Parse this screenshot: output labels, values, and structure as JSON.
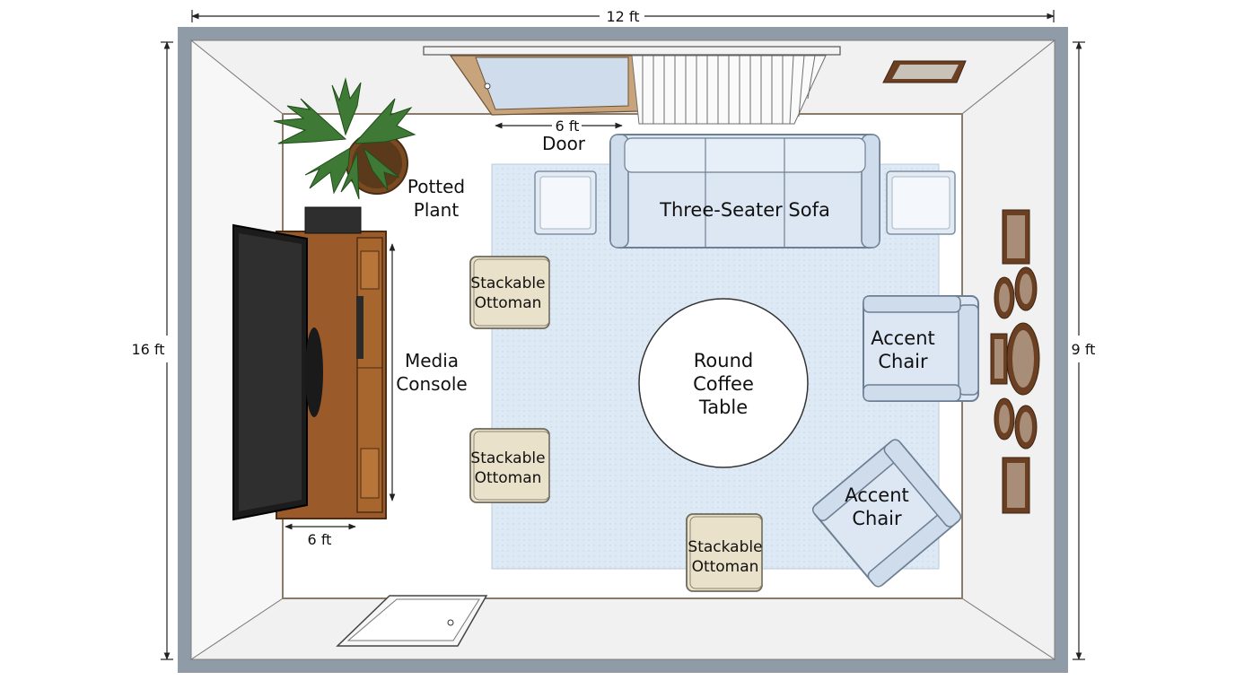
{
  "dimensions": {
    "top_width": "12 ft",
    "left_height": "16 ft",
    "right_height": "9 ft",
    "door_width": "6 ft",
    "console_width": "6 ft"
  },
  "labels": {
    "door": "Door",
    "potted_plant": [
      "Potted",
      "Plant"
    ],
    "media_console": [
      "Media",
      "Console"
    ],
    "sofa": "Three-Seater Sofa",
    "ottomans": [
      [
        "Stackable",
        "Ottoman"
      ],
      [
        "Stackable",
        "Ottoman"
      ],
      [
        "Stackable",
        "Ottoman"
      ]
    ],
    "coffee_table": [
      "Round",
      "Coffee",
      "Table"
    ],
    "accent_chairs": [
      [
        "Accent",
        "Chair"
      ],
      [
        "Accent",
        "Chair"
      ]
    ]
  },
  "colors": {
    "wall_outer": "#8f9ba7",
    "wall_inner": "#e9e9e9",
    "floor": "#ffffff",
    "rug": "#dde9f4",
    "sofa": "#dce7f3",
    "ottoman": "#e9e1c9",
    "console_wood": "#9a5a2a",
    "tv": "#2a2a2a",
    "plant": "#3e7a35"
  },
  "icons": [
    "potted-plant-icon",
    "tv-icon",
    "speaker-icon",
    "door-icon",
    "picture-frame-icon"
  ]
}
